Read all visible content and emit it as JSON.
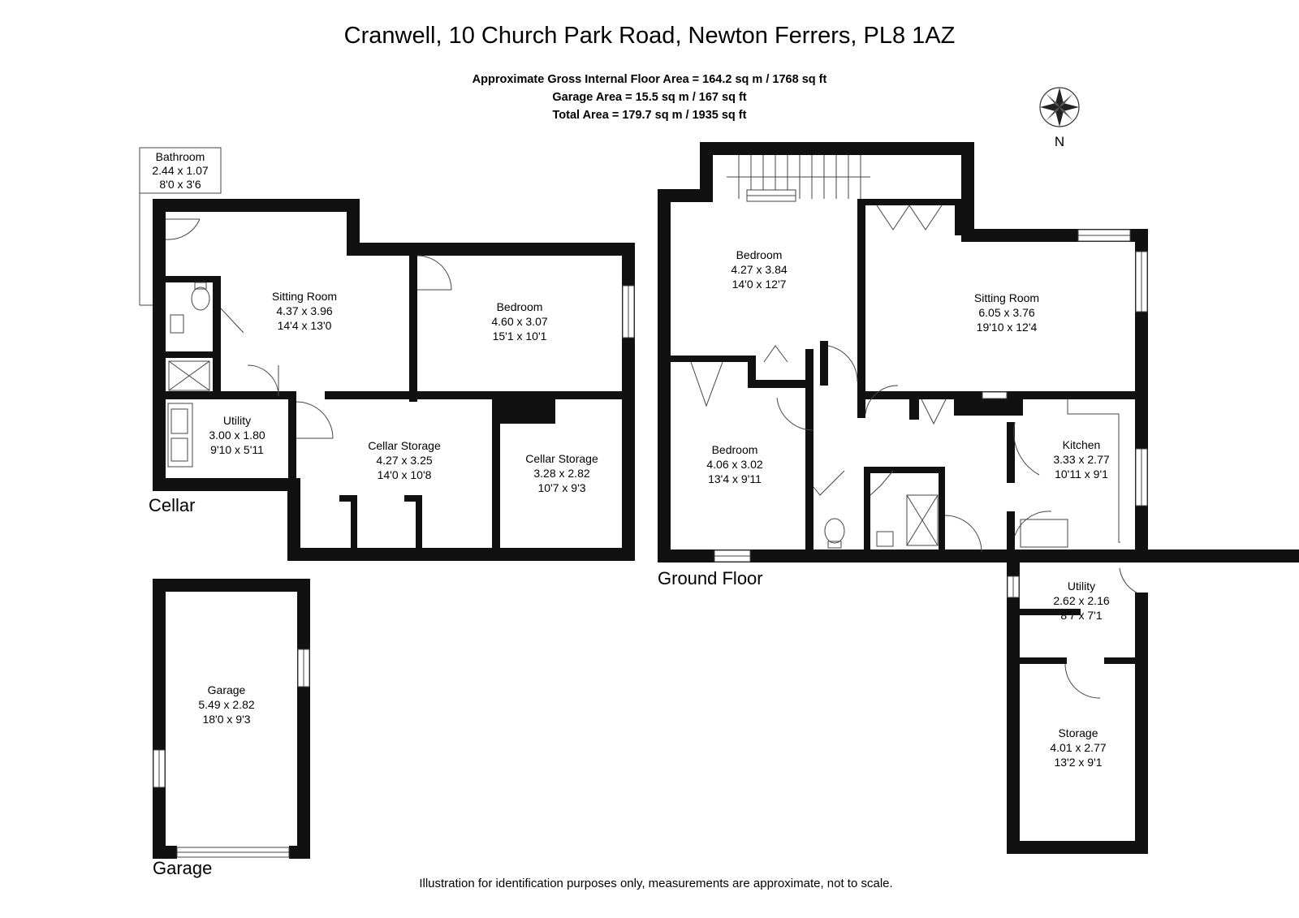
{
  "header": {
    "title": "Cranwell, 10 Church Park Road, Newton Ferrers, PL8 1AZ",
    "area_lines": [
      "Approximate Gross Internal Floor Area  = 164.2 sq m / 1768 sq ft",
      "Garage Area = 15.5 sq m / 167 sq ft",
      "Total Area = 179.7 sq m / 1935 sq ft"
    ]
  },
  "compass": {
    "label": "N"
  },
  "floors": {
    "cellar": "Cellar",
    "ground": "Ground Floor",
    "garage": "Garage"
  },
  "rooms": {
    "cellar_bathroom": [
      "Bathroom",
      "2.44 x 1.07",
      "8'0 x 3'6"
    ],
    "cellar_sitting": [
      "Sitting Room",
      "4.37 x 3.96",
      "14'4 x 13'0"
    ],
    "cellar_bedroom": [
      "Bedroom",
      "4.60 x 3.07",
      "15'1 x 10'1"
    ],
    "cellar_utility": [
      "Utility",
      "3.00 x 1.80",
      "9'10 x 5'11"
    ],
    "cellar_storage_1": [
      "Cellar Storage",
      "4.27 x 3.25",
      "14'0 x 10'8"
    ],
    "cellar_storage_2": [
      "Cellar Storage",
      "3.28 x 2.82",
      "10'7 x 9'3"
    ],
    "garage": [
      "Garage",
      "5.49 x 2.82",
      "18'0 x 9'3"
    ],
    "ground_bedroom_1": [
      "Bedroom",
      "4.27 x 3.84",
      "14'0 x 12'7"
    ],
    "ground_sitting": [
      "Sitting Room",
      "6.05 x 3.76",
      "19'10 x 12'4"
    ],
    "ground_bedroom_2": [
      "Bedroom",
      "4.06 x 3.02",
      "13'4 x 9'11"
    ],
    "ground_kitchen": [
      "Kitchen",
      "3.33 x 2.77",
      "10'11 x 9'1"
    ],
    "ground_utility": [
      "Utility",
      "2.62 x 2.16",
      "8'7 x 7'1"
    ],
    "ground_storage": [
      "Storage",
      "4.01 x 2.77",
      "13'2 x 9'1"
    ]
  },
  "footer": {
    "disclaimer": "Illustration for identification purposes only, measurements are approximate, not to scale."
  }
}
